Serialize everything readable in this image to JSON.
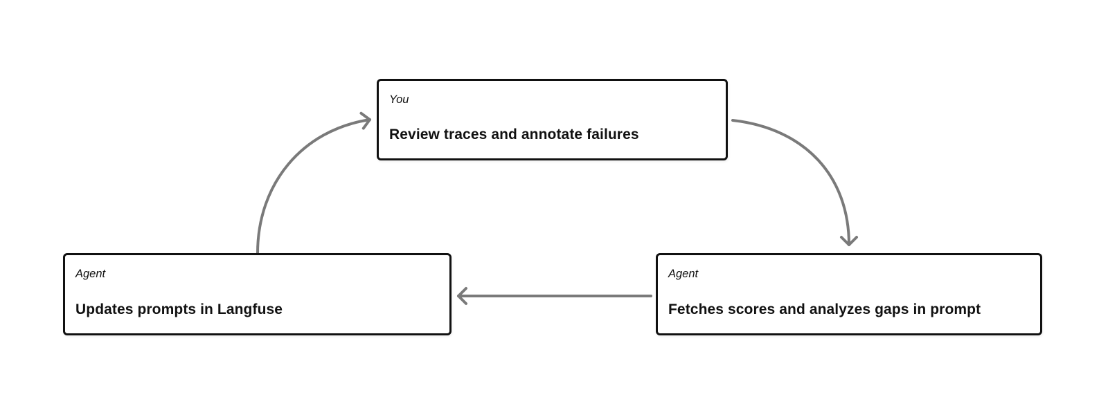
{
  "diagram": {
    "nodes": [
      {
        "id": "review-traces",
        "role": "You",
        "title": "Review traces and annotate failures"
      },
      {
        "id": "fetches-scores",
        "role": "Agent",
        "title": "Fetches scores and analyzes gaps in prompt"
      },
      {
        "id": "updates-prompts",
        "role": "Agent",
        "title": "Updates prompts in Langfuse"
      }
    ],
    "edges": [
      {
        "from": "review-traces",
        "to": "fetches-scores",
        "style": "curved"
      },
      {
        "from": "fetches-scores",
        "to": "updates-prompts",
        "style": "straight"
      },
      {
        "from": "updates-prompts",
        "to": "review-traces",
        "style": "curved"
      }
    ]
  },
  "colors": {
    "background": "#ffffff",
    "node_fill": "#ffffff",
    "node_border": "#111111",
    "text": "#111111",
    "arrow": "#7a7a7a"
  }
}
